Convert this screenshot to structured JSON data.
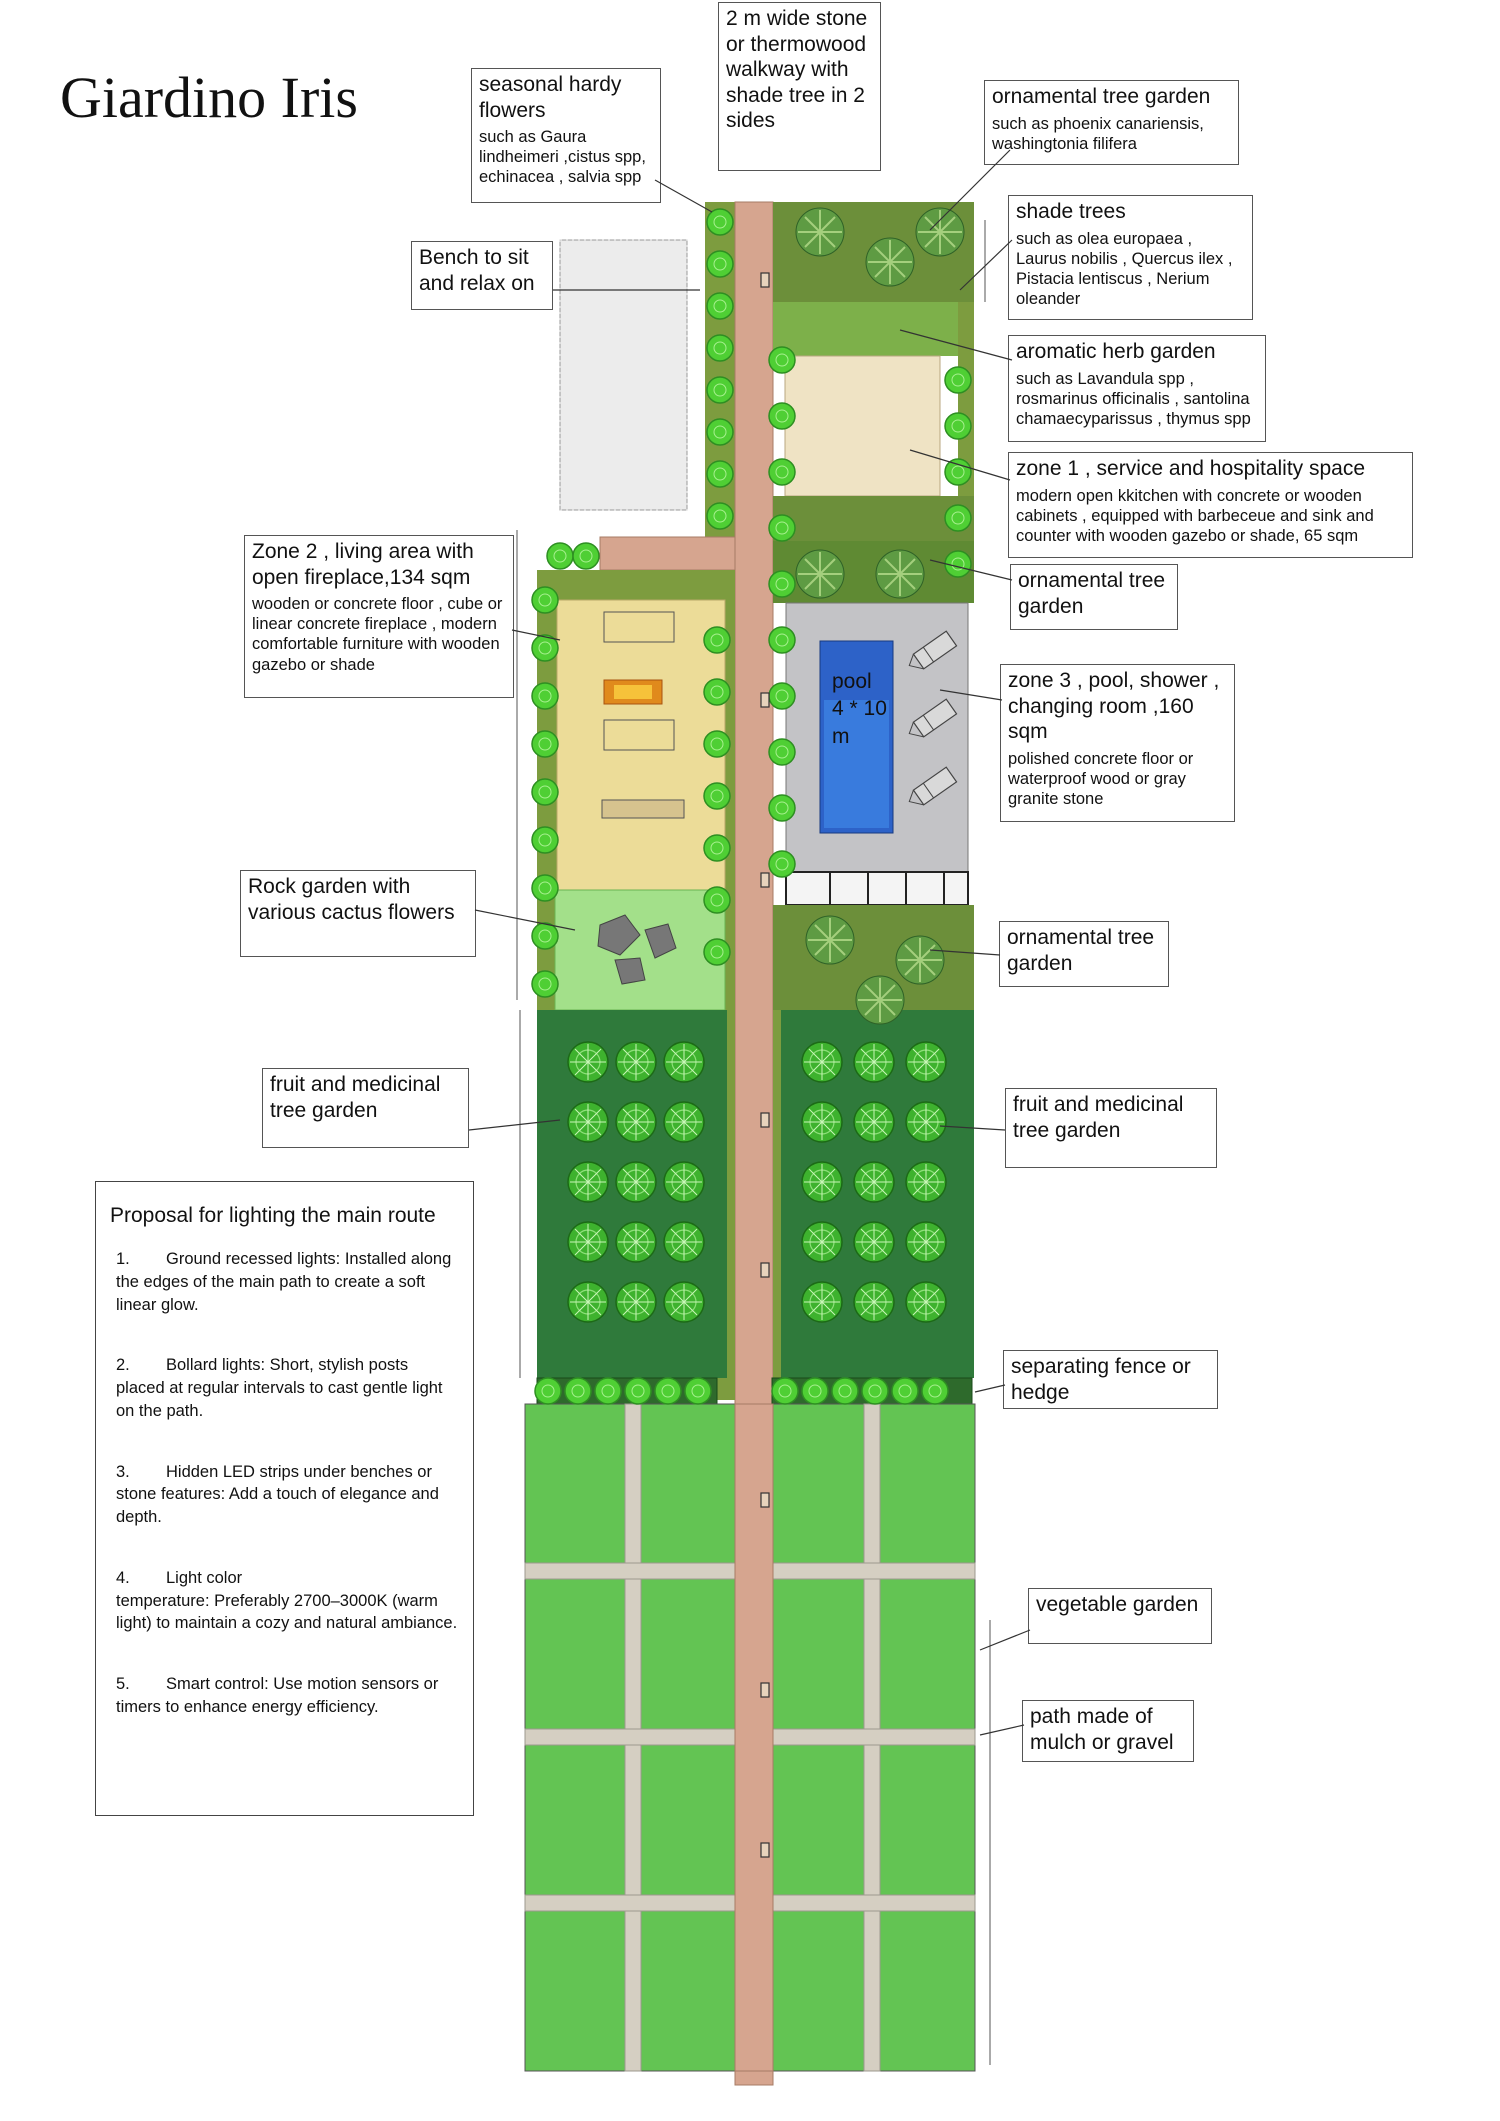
{
  "title": "Giardino Iris",
  "labels": {
    "walkway": {
      "title": "2 m wide stone or thermowood walkway with shade tree in 2 sides",
      "detail": ""
    },
    "seasonal": {
      "title": "seasonal hardy flowers",
      "detail": "such as Gaura lindheimeri ,cistus spp, echinacea , salvia spp"
    },
    "ornamental_top": {
      "title": "ornamental tree garden",
      "detail": "such as phoenix canariensis, washingtonia filifera"
    },
    "shade": {
      "title": "shade trees",
      "detail": "such as olea europaea , Laurus nobilis , Quercus ilex , Pistacia lentiscus , Nerium oleander"
    },
    "bench": {
      "title": "Bench to sit and relax on",
      "detail": ""
    },
    "herb": {
      "title": "aromatic herb garden",
      "detail": "such as Lavandula spp , rosmarinus officinalis , santolina chamaecyparissus , thymus spp"
    },
    "zone1": {
      "title": "zone 1 , service and hospitality space",
      "detail": "modern open kkitchen with concrete or wooden cabinets , equipped with barbeceue and sink and counter with wooden gazebo or shade, 65 sqm"
    },
    "zone2": {
      "title": "Zone 2 , living area with open fireplace,134 sqm",
      "detail": "wooden or concrete floor , cube or linear concrete fireplace , modern comfortable furniture with wooden gazebo or shade"
    },
    "ornamental_mid": {
      "title": "ornamental tree garden",
      "detail": ""
    },
    "zone3": {
      "title": "zone 3 , pool, shower , changing room ,160 sqm",
      "detail": "polished concrete floor or waterproof wood or gray granite stone"
    },
    "rock": {
      "title": "Rock garden with various cactus flowers",
      "detail": ""
    },
    "ornamental_low": {
      "title": "ornamental tree garden",
      "detail": ""
    },
    "fruit_left": {
      "title": "fruit and medicinal tree garden",
      "detail": ""
    },
    "fruit_right": {
      "title": "fruit and medicinal tree garden",
      "detail": ""
    },
    "fence": {
      "title": "separating fence or hedge",
      "detail": ""
    },
    "vegetable": {
      "title": "vegetable garden",
      "detail": ""
    },
    "mulch": {
      "title": "path made of mulch or gravel",
      "detail": ""
    }
  },
  "pool_label": "pool\n4 * 10\nm",
  "proposal": {
    "title": "Proposal for lighting the main route",
    "items": [
      {
        "num": "1.",
        "text": "Ground recessed lights: Installed along the edges of the main path to create a soft linear glow."
      },
      {
        "num": "2.",
        "text": "Bollard lights: Short, stylish posts placed at regular intervals to cast gentle light on the path."
      },
      {
        "num": "3.",
        "text": "Hidden LED strips under benches or stone features: Add a touch of elegance and depth."
      },
      {
        "num": "4.",
        "text": "Light color\ntemperature: Preferably 2700–3000K (warm light) to maintain a cozy and natural ambiance."
      },
      {
        "num": "5.",
        "text": "Smart control: Use motion sensors or timers to enhance energy efficiency."
      }
    ]
  },
  "colors": {
    "path": "#d6a58f",
    "grass": "#63c453",
    "olive": "#7b9a3c",
    "dark_orchard": "#2f7a3b",
    "zone1_floor": "#efe3c4",
    "zone2_floor": "#ecdc98",
    "pool_deck": "#c3c3c6",
    "pool_water": "#2d62c8",
    "rock_garden": "#a3e08a"
  },
  "icons": {
    "tree": "tree-canopy-icon",
    "bench": "bench-icon",
    "rock": "rock-icon",
    "lounger": "sun-lounger-icon"
  }
}
